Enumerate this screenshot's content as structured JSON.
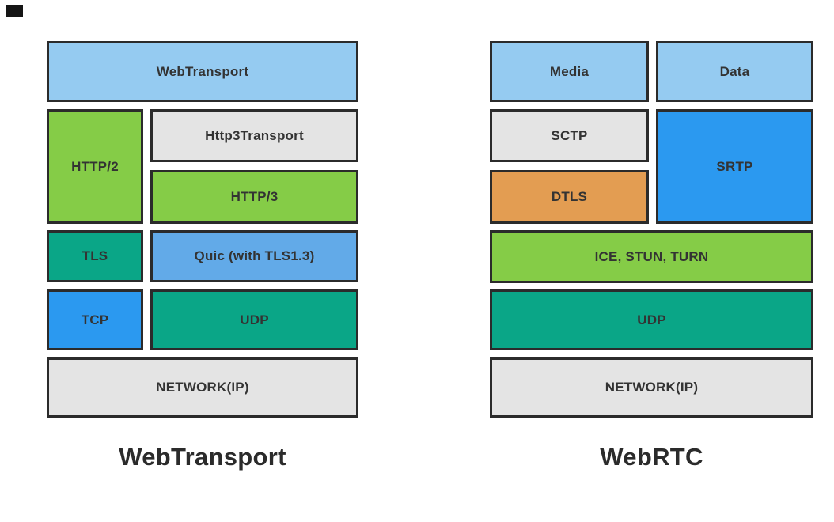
{
  "left_stack": {
    "title": "WebTransport",
    "boxes": {
      "webtransport": "WebTransport",
      "http2": "HTTP/2",
      "http3transport": "Http3Transport",
      "http3": "HTTP/3",
      "tls": "TLS",
      "quic": "Quic (with TLS1.3)",
      "tcp": "TCP",
      "udp": "UDP",
      "network": "NETWORK(IP)"
    }
  },
  "right_stack": {
    "title": "WebRTC",
    "boxes": {
      "media": "Media",
      "data": "Data",
      "sctp": "SCTP",
      "srtp": "SRTP",
      "dtls": "DTLS",
      "ice_stun_turn": "ICE, STUN, TURN",
      "udp": "UDP",
      "network": "NETWORK(IP)"
    }
  },
  "colors": {
    "light_blue": "#95CBF1",
    "green": "#85CC47",
    "teal": "#0AA687",
    "medium_blue": "#62AAE8",
    "bright_blue": "#2B99F0",
    "orange": "#E39D52",
    "gray": "#E4E4E4",
    "border": "#2B2B2B",
    "text": "#333333"
  }
}
